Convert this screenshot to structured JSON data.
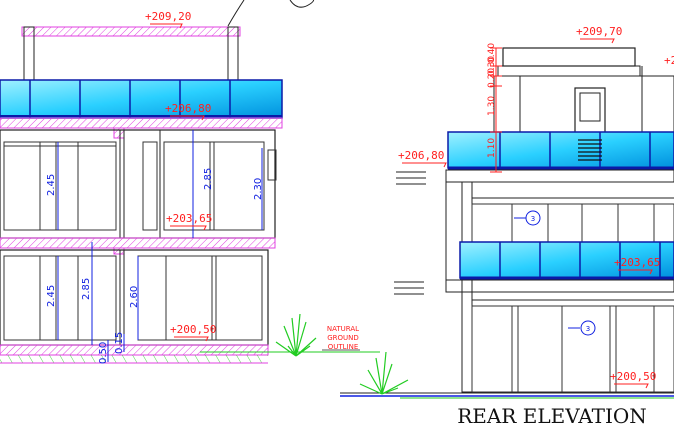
{
  "drawing": {
    "title": "REAR ELEVATION",
    "note_lines": [
      "NATURAL",
      "GROUND",
      "OUTLINE"
    ],
    "levels_left": {
      "roof_top": "+209,20",
      "roof_slab": "+206,80",
      "first_floor": "+203,65",
      "ground_floor": "+200,50"
    },
    "levels_right": {
      "stair_top": "+209,70",
      "slab": "+206,80",
      "first_floor": "+203,65",
      "ground_floor": "+200,50",
      "cut_label": "+2"
    },
    "dims_left": {
      "upper_window_h": "2.45",
      "upper_floor_h": "2.85",
      "upper_door_h": "2.30",
      "lower_window_h": "2.45",
      "lower_floor_h": "2.85",
      "lower_door_h": "2.60",
      "plinth_a": "0.50",
      "plinth_b": "0.15"
    },
    "dims_right_stack": [
      "0.40",
      "0.30",
      "0.20",
      "1.30",
      "1.10"
    ],
    "window_tags": [
      "3",
      "3"
    ],
    "colors": {
      "glass_light": "#7fe6ff",
      "glass_dark": "#00a6e6",
      "glass_frame": "#0a1aa8",
      "level_red": "#ff2020",
      "dim_blue": "#1020e0",
      "hatch_magenta": "#e040e0",
      "grass_green": "#22cc22"
    }
  }
}
